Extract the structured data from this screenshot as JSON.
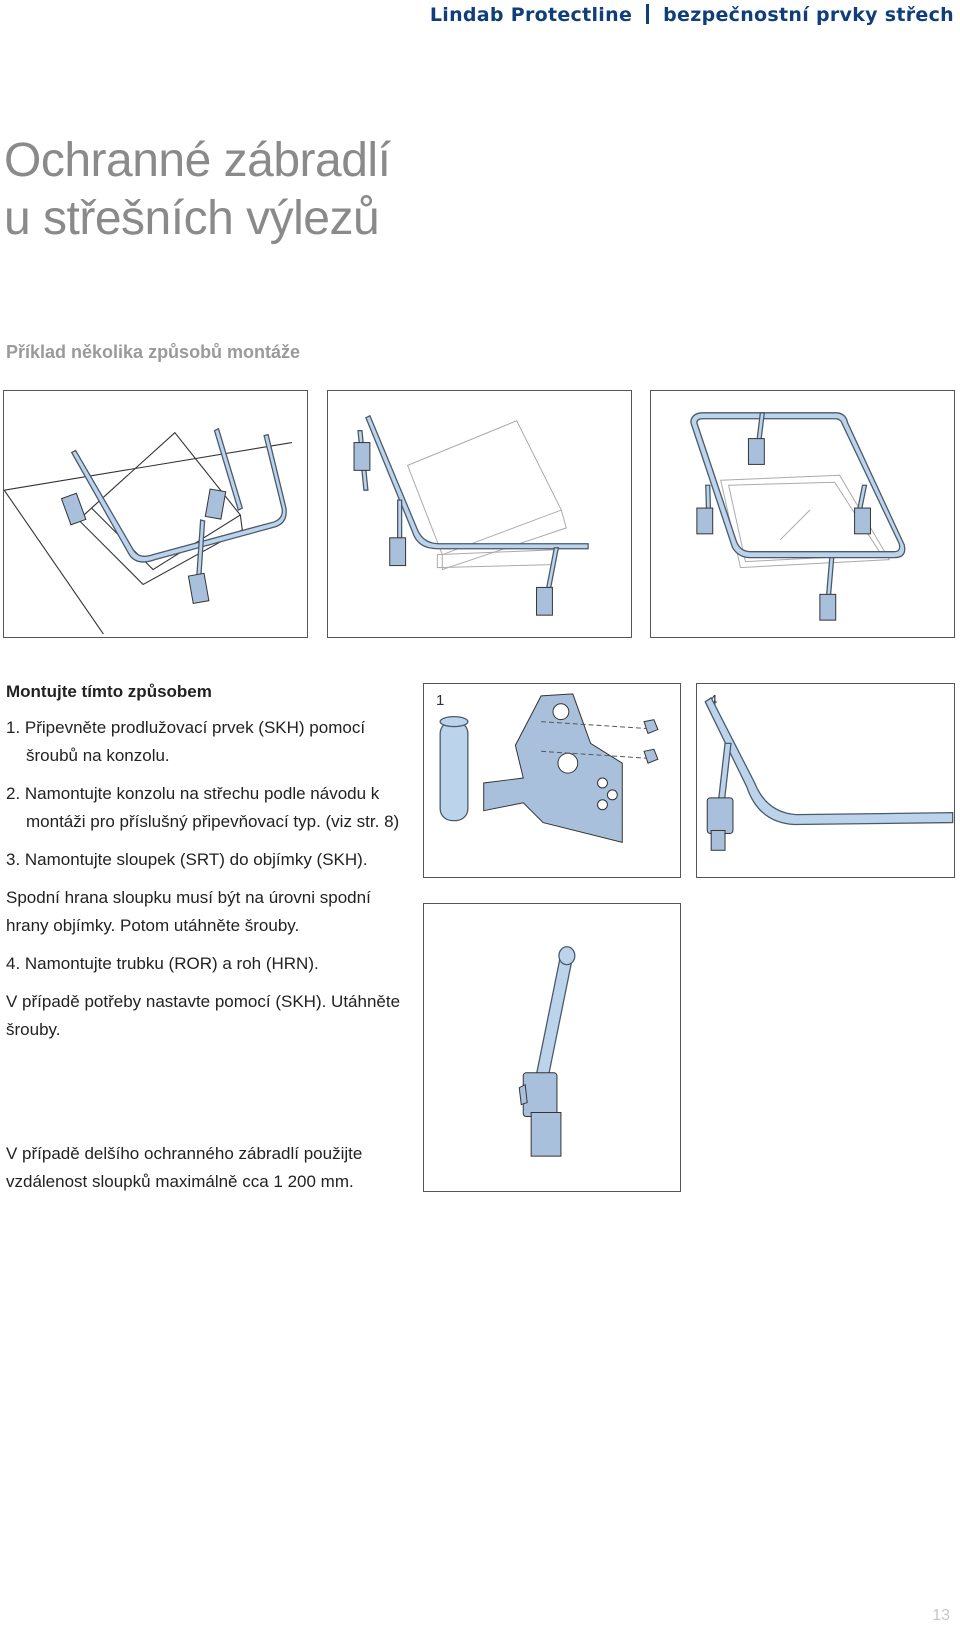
{
  "header": {
    "brand": "Lindab Protectline",
    "section": "bezpečnostní prvky střech"
  },
  "title": {
    "line1": "Ochranné zábradlí",
    "line2": "u střešních výlezů"
  },
  "subtitle": "Příklad několika způsobů montáže",
  "figures": {
    "fig1_label": "1",
    "fig4_label": "4"
  },
  "instructions": {
    "heading": "Montujte tímto způsobem",
    "step1": "1. Připevněte prodlužovací prvek (SKH) pomocí šroubů na konzolu.",
    "step2": "2. Namontujte konzolu na střechu podle návodu k montáži pro příslušný připevňovací typ. (viz str. 8)",
    "step3": "3. Namontujte sloupek (SRT) do objímky (SKH).",
    "step3_note": "Spodní hrana sloupku musí být na úrovni spodní hrany objímky. Potom utáhněte šrouby.",
    "step4": "4. Namontujte trubku (ROR) a roh (HRN).",
    "step4_note": "V případě potřeby nastavte pomocí (SKH). Utáhněte šrouby."
  },
  "note": "V případě delšího ochranného zábradlí použijte vzdálenost sloupků maximálně cca 1 200 mm.",
  "page_number": "13",
  "colors": {
    "header_blue": "#0f3e7a",
    "title_gray": "#8a8a8a",
    "tube_blue": "#bcd3ec"
  }
}
